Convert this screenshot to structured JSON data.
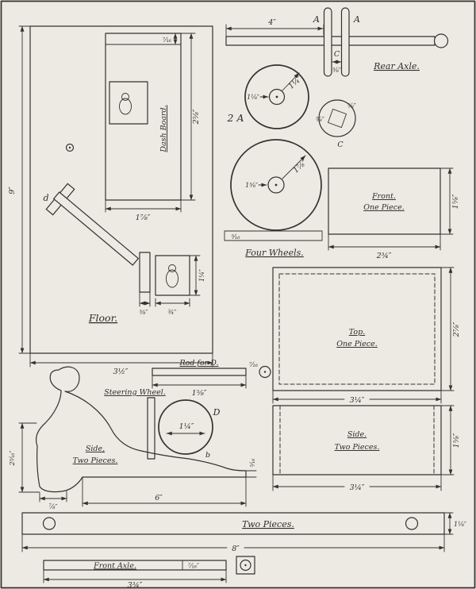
{
  "sheet": {
    "background": "#edeae3",
    "ink": "#34322d"
  },
  "rear_axle": {
    "name_label": "Rear Axle.",
    "dim_length": "4″",
    "hanger_left_label": "A",
    "hanger_right_label": "A",
    "center_label": "C",
    "dim_center_gap": "⅝″"
  },
  "wheels": {
    "section_label": "Four Wheels.",
    "group_label": "2 A",
    "small_wheel_dim_radius": "1¼″",
    "small_wheel_dim_hub": "1⅛″",
    "hub_cap_label": "C",
    "hub_cap_dim_a": "⅝″",
    "hub_cap_dim_b": "⅝″",
    "large_wheel_dim_radius": "1⅞″",
    "large_wheel_dim_hub": "1⅝″",
    "dim_thickness": "⁵⁄₁₆"
  },
  "front_piece": {
    "label_line1": "Front.",
    "label_line2": "One Piece.",
    "dim_width": "2¾″",
    "dim_height": "1⅝″"
  },
  "floor": {
    "name_label": "Floor.",
    "dim_height": "9″",
    "dim_width": "3½″",
    "dash_board_label": "Dash Board.",
    "dash_board_dim_height": "2⅝″",
    "dash_board_dim_width": "1⅞″",
    "dash_board_dim_strip": "⁷⁄₁₆",
    "brace_label": "d",
    "support_dim_height": "1¼″",
    "support_dim_strip": "⅜″",
    "support_dim_width": "¾″"
  },
  "top_piece": {
    "label_line1": "Top.",
    "label_line2": "One Piece.",
    "dim_width": "3¼″",
    "dim_height": "2⅞″"
  },
  "side_piece": {
    "label_line1": "Side.",
    "label_line2": "Two Pieces.",
    "dim_width": "3¼″",
    "dim_height": "1⅝″"
  },
  "rod": {
    "name_label": "Rod for D.",
    "dim_length": "1⅝″",
    "dim_end": "⁷⁄₁₆"
  },
  "steering_wheel": {
    "name_label": "Steering Wheel.",
    "wheel_label": "D",
    "dim_diameter": "1¼″"
  },
  "side_profile": {
    "label_line1": "Side,",
    "label_line2": "Two Pieces.",
    "dim_height": "2⁵⁄₁₆″",
    "dim_foot": "⅞″",
    "dim_length": "6″",
    "dim_strip": "⁵⁄₁₆",
    "point_label": "b"
  },
  "runner": {
    "name_label": "Two Pieces.",
    "dim_length": "8″",
    "dim_height": "1⅛″"
  },
  "front_axle": {
    "name_label": "Front Axle.",
    "dim_length": "3¾″",
    "dim_bore": "⁷⁄₁₆″"
  }
}
